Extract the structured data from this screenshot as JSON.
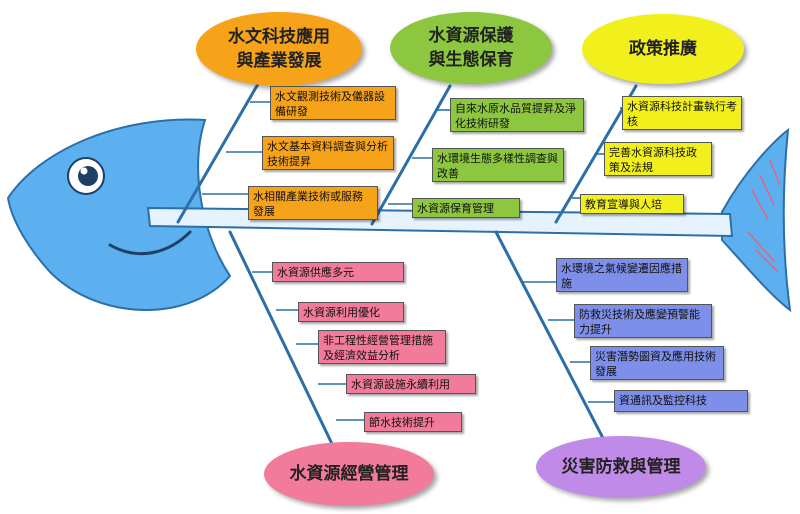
{
  "colors": {
    "fish_body": "#5db0ef",
    "fish_body_dark": "#2b6fa8",
    "spine": "#e6f3ff",
    "orange": "#f7a31a",
    "green": "#8dc63f",
    "yellow": "#f2f01c",
    "pink": "#f27a9a",
    "blue": "#7d8fe8"
  },
  "categories": {
    "tech": "水文科技應用\n與產業發展",
    "ecology": "水資源保護\n與生態保育",
    "policy": "政策推廣",
    "management": "水資源經營管理",
    "disaster": "災害防救與管理"
  },
  "items": {
    "tech": [
      "水文觀測技術及儀器設備研發",
      "水文基本資料調查與分析技術提昇",
      "水相關產業技術或服務發展"
    ],
    "ecology": [
      "自來水原水品質提昇及淨化技術研發",
      "水環境生態多樣性調查與改善",
      "水資源保育管理"
    ],
    "policy": [
      "水資源科技計畫執行考核",
      "完善水資源科技政策及法規",
      "教育宣導與人培"
    ],
    "management": [
      "水資源供應多元",
      "水資源利用優化",
      "非工程性經營管理措施及經濟效益分析",
      "水資源設施永續利用",
      "節水技術提升"
    ],
    "disaster": [
      "水環境之氣候變遷因應措施",
      "防救災技術及應變預警能力提升",
      "災害潛勢圖資及應用技術發展",
      "資通訊及監控科技"
    ]
  }
}
